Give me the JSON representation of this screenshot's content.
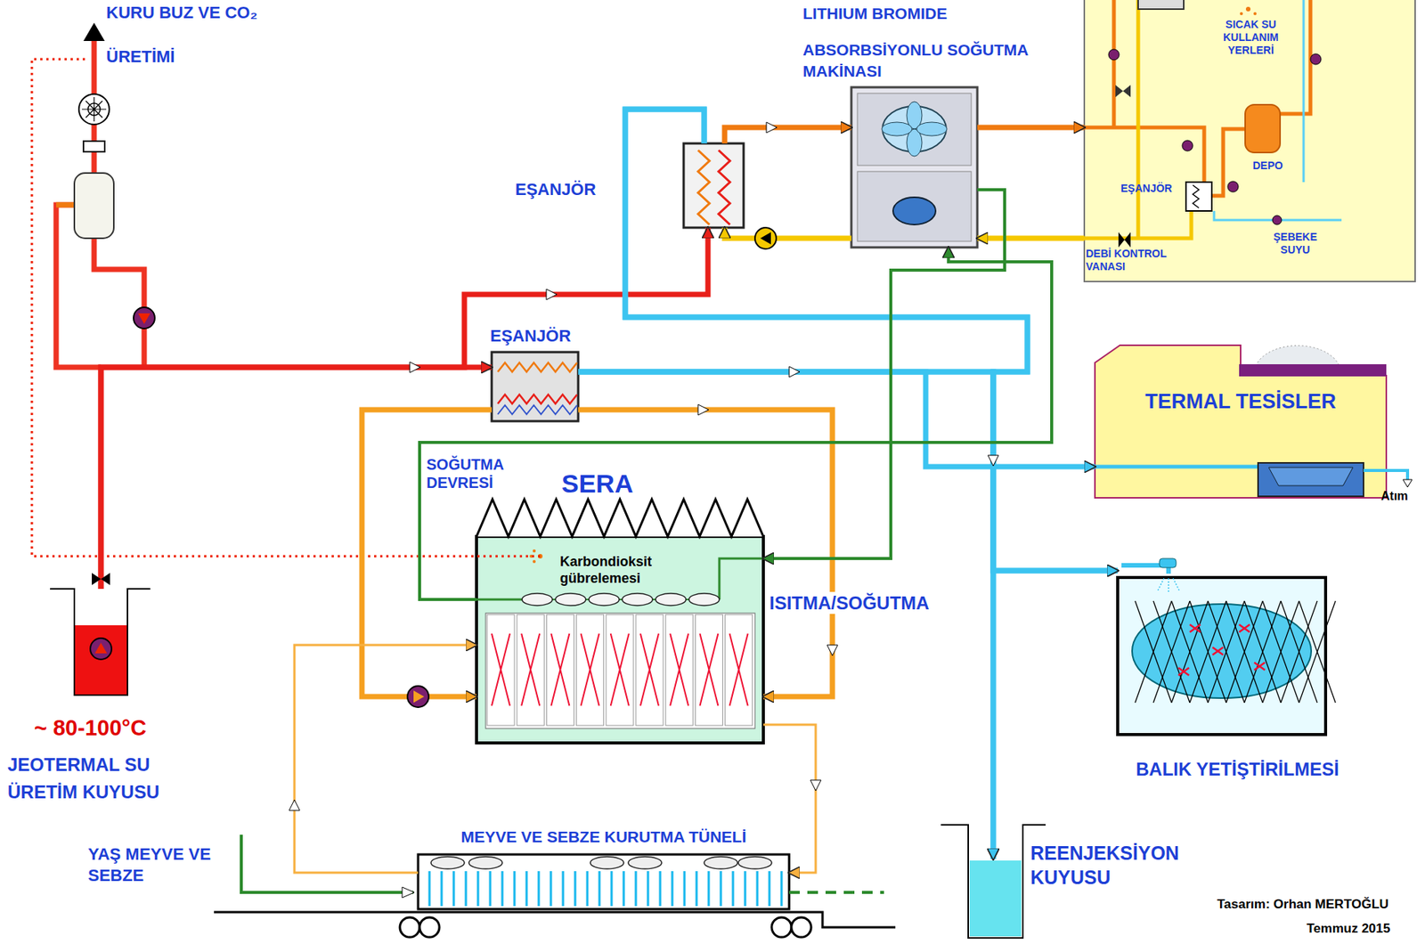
{
  "diagram": {
    "nodes": [
      {
        "text": [
          "SICAK SU KULLANIM YERLERİ",
          "EŞANJÖR",
          "DEPO",
          "DEBİ KONTROL VANASI",
          "ŞEBEKE SUYU"
        ]
      },
      {
        "text": [
          "LITHIUM BROMIDE",
          "ABSORBSİYONLU SOĞUTMA MAKİNASI"
        ]
      },
      {
        "text": [
          "EŞANJÖR"
        ]
      },
      {
        "text": [
          "EŞANJÖR"
        ]
      },
      {
        "text": [
          "TERMAL TESİSLER"
        ]
      },
      {
        "text": [
          "SERA",
          "Karbondioksit gübrelemesi"
        ]
      },
      {
        "text": [
          "~ 80-100°C",
          "JEOTERMAL SU ÜRETİM KUYUSU"
        ]
      },
      {
        "text": [
          "BALIK YETİŞTİRİLMESİ"
        ]
      },
      {
        "text": [
          "MEYVE VE SEBZE KURUTMA TÜNELİ"
        ]
      },
      {
        "text": [
          "REENJEKSİYON KUYUSU"
        ]
      }
    ],
    "edges": [
      {
        "from": 6,
        "to": 3,
        "arrow": "to"
      },
      {
        "from": 6,
        "to": 2,
        "arrow": "to"
      },
      {
        "from": 2,
        "to": 1,
        "arrow": "to"
      },
      {
        "from": 1,
        "to": 2,
        "arrow": "to"
      },
      {
        "from": 1,
        "to": 0,
        "arrow": "to"
      },
      {
        "from": 0,
        "to": 1,
        "arrow": "to"
      },
      {
        "from": 2,
        "to": 9,
        "arrow": "to"
      },
      {
        "from": 2,
        "to": 7,
        "arrow": "to"
      },
      {
        "from": 3,
        "to": 4,
        "arrow": "to"
      },
      {
        "from": 3,
        "to": 9,
        "arrow": "to"
      },
      {
        "from": 3,
        "to": 7,
        "arrow": "to"
      },
      {
        "from": 3,
        "to": 5,
        "arrow": "to"
      },
      {
        "from": 3,
        "to": 5,
        "arrow": "to"
      },
      {
        "from": 5,
        "to": 8,
        "arrow": "to"
      },
      {
        "from": 8,
        "to": 5,
        "arrow": "to"
      },
      {
        "from": 1,
        "to": 5,
        "arrow": "to"
      },
      {
        "from": 5,
        "to": 1,
        "arrow": "to"
      }
    ],
    "labels": [
      "KURU BUZ VE CO₂ ÜRETİMİ",
      "SOĞUTMA DEVRESİ",
      "ISITMA/SOĞUTMA",
      "YAŞ MEYVE VE SEBZE",
      "Atım",
      "Tasarım: Orhan MERTOĞLU",
      "Temmuz 2015"
    ]
  }
}
